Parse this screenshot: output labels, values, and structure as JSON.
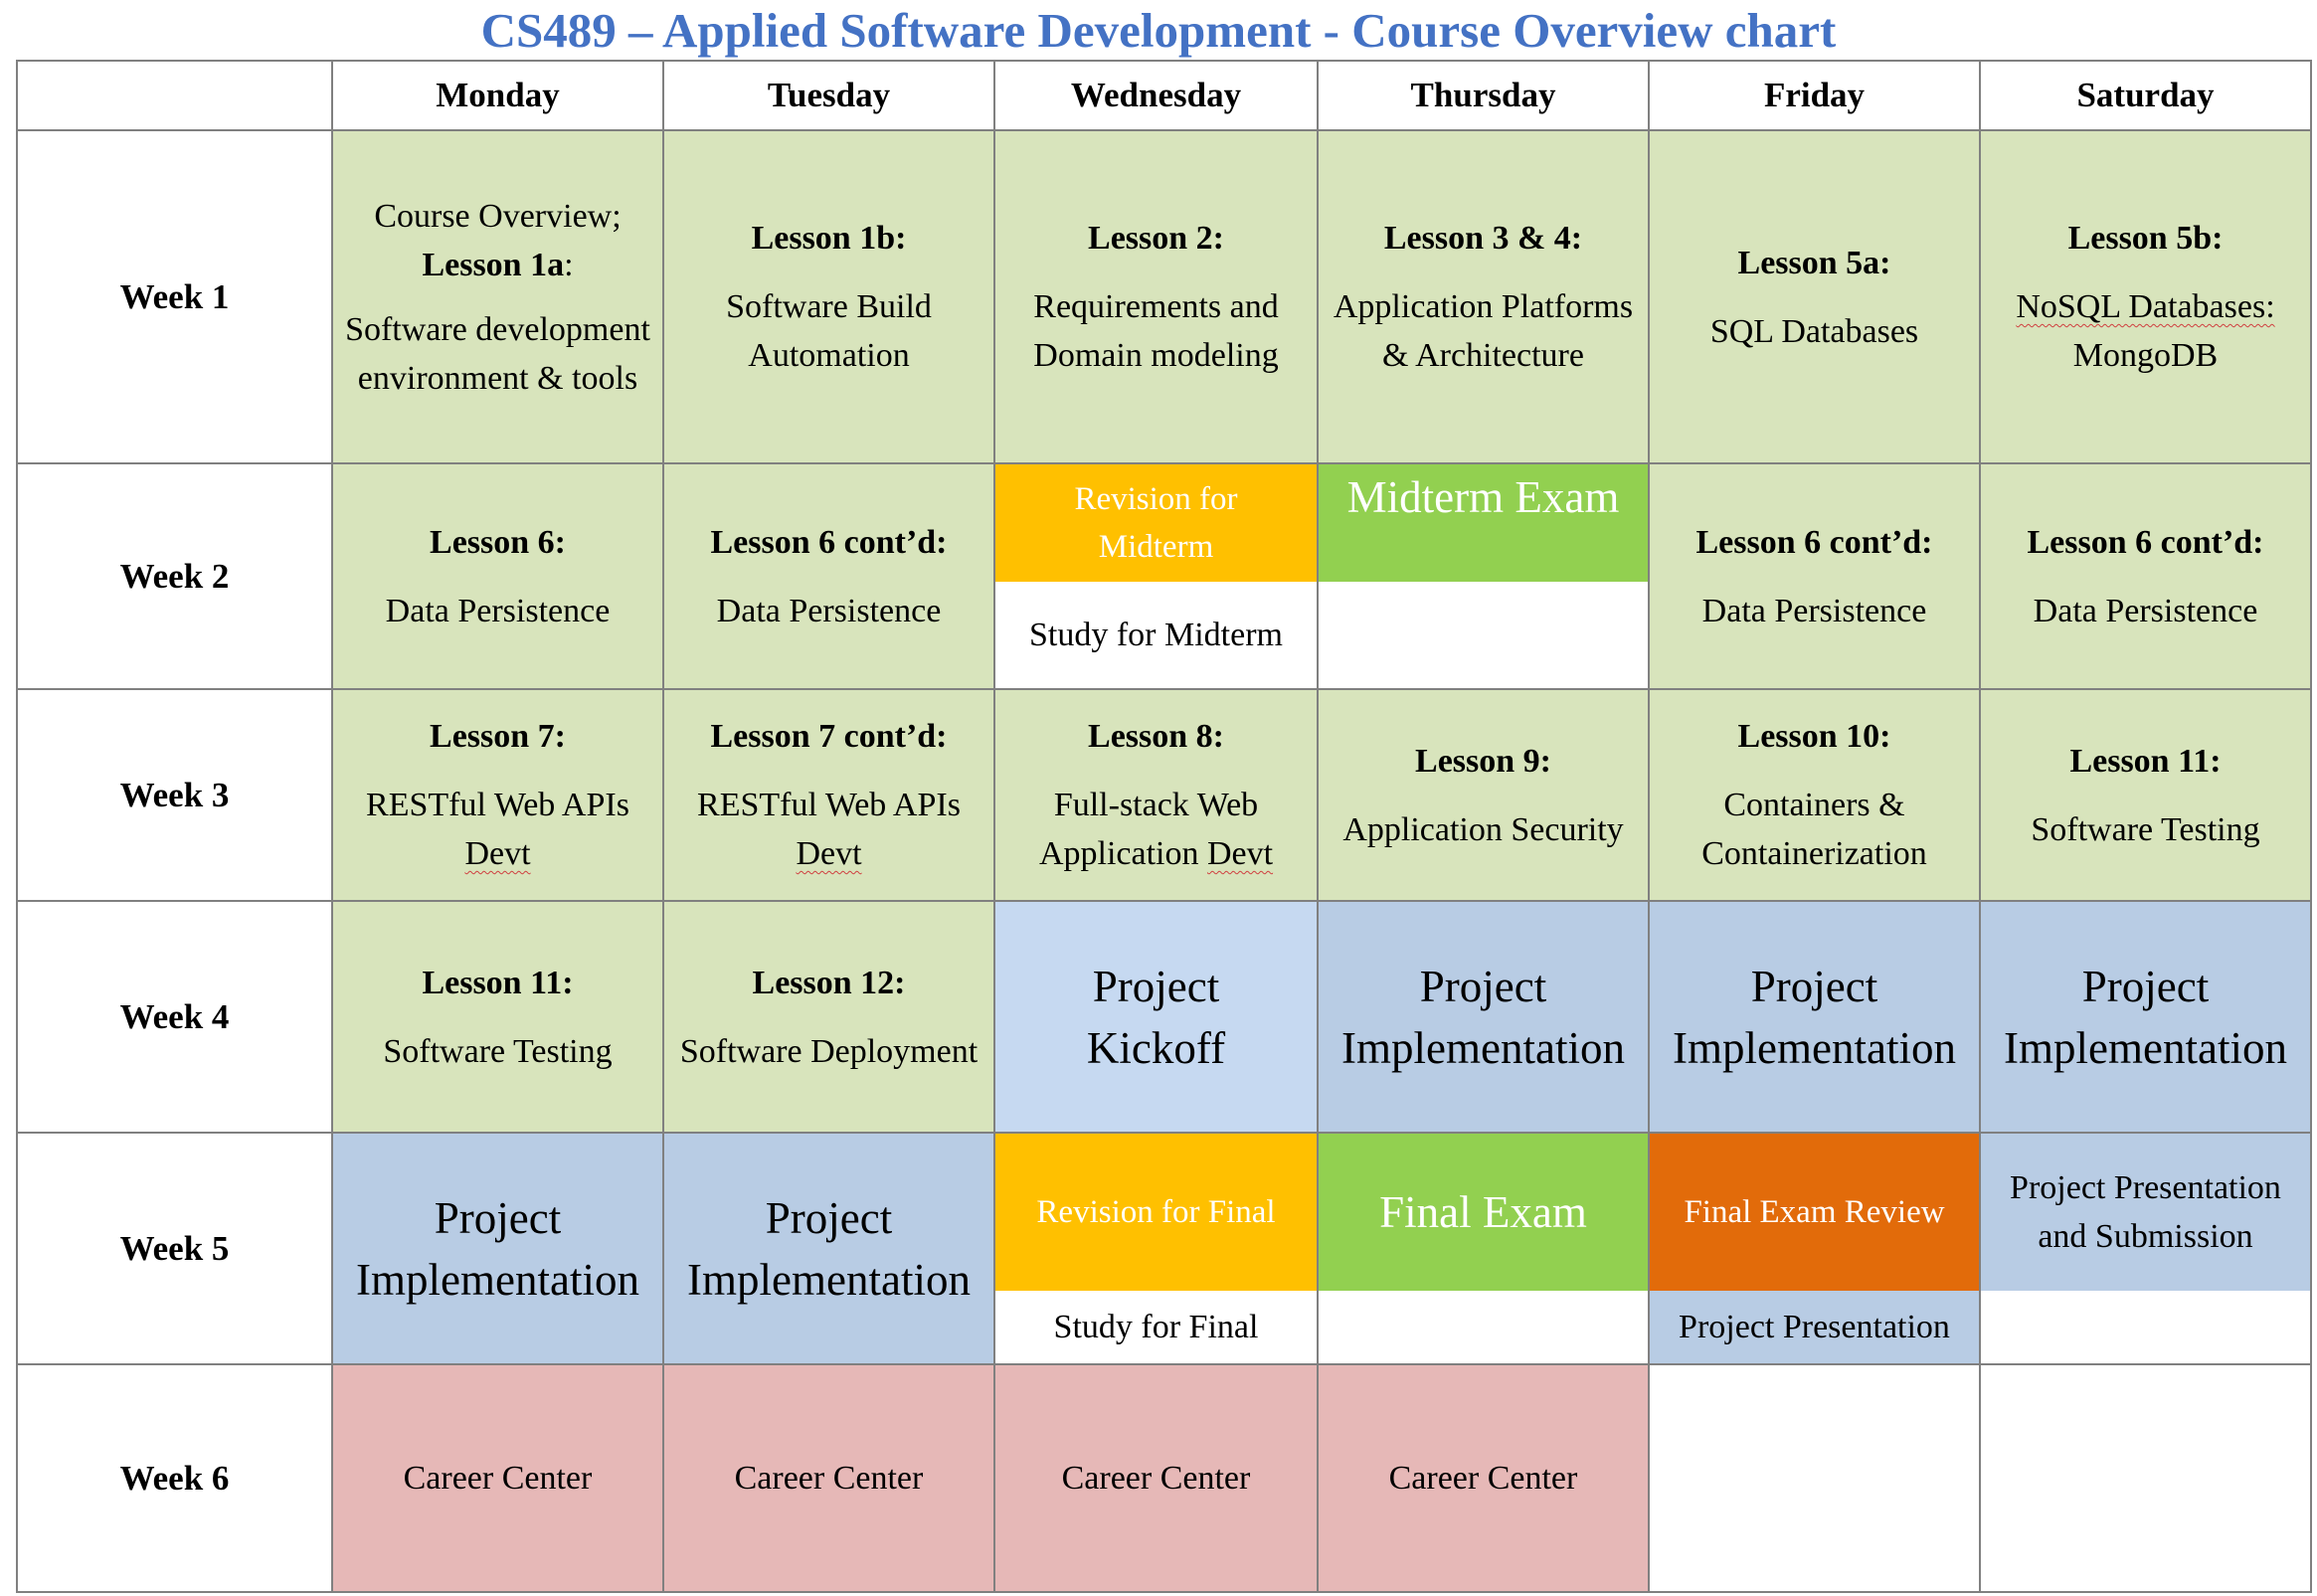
{
  "title": "CS489 – Applied Software Development - Course Overview chart",
  "days": [
    "Monday",
    "Tuesday",
    "Wednesday",
    "Thursday",
    "Friday",
    "Saturday"
  ],
  "weeks": [
    "Week 1",
    "Week 2",
    "Week 3",
    "Week 4",
    "Week 5",
    "Week 6"
  ],
  "colors": {
    "title": "#4472c4",
    "lesson": "#d8e4bc",
    "project": "#b8cce4",
    "project_kickoff": "#c6d9f1",
    "career": "#e6b8b7",
    "revision": "#ffc000",
    "exam": "#92d050",
    "review": "#e26b0a"
  },
  "week1": {
    "mon": {
      "pre": "Course Overview;",
      "lesson": "Lesson 1a",
      "colon": ":",
      "topic": "Software development environment & tools"
    },
    "tue": {
      "lesson": "Lesson 1b:",
      "topic": "Software Build Automation"
    },
    "wed": {
      "lesson": "Lesson 2:",
      "topic": "Requirements and Domain modeling"
    },
    "thu": {
      "lesson": "Lesson 3 & 4:",
      "topic": "Application Platforms & Architecture"
    },
    "fri": {
      "lesson": "Lesson 5a:",
      "topic": "SQL Databases"
    },
    "sat": {
      "lesson": "Lesson 5b:",
      "topic_a": "NoSQL Databases:",
      "topic_b": "MongoDB"
    }
  },
  "week2": {
    "mon": {
      "lesson": "Lesson 6:",
      "topic": "Data Persistence"
    },
    "tue": {
      "lesson": "Lesson 6 cont’d:",
      "topic": "Data Persistence"
    },
    "wed": {
      "top": "Revision for Midterm",
      "bottom": "Study for Midterm"
    },
    "thu": {
      "top": "Midterm Exam",
      "bottom": ""
    },
    "fri": {
      "lesson": "Lesson 6 cont’d:",
      "topic": "Data Persistence"
    },
    "sat": {
      "lesson": "Lesson 6 cont’d:",
      "topic": "Data Persistence"
    }
  },
  "week3": {
    "mon": {
      "lesson": "Lesson 7:",
      "topic_a": "RESTful Web APIs",
      "topic_b": "Devt"
    },
    "tue": {
      "lesson": "Lesson 7 cont’d:",
      "topic_a": "RESTful Web APIs",
      "topic_b": "Devt"
    },
    "wed": {
      "lesson": "Lesson 8:",
      "topic_a": "Full-stack Web",
      "topic_b": "Application",
      "topic_c": "Devt"
    },
    "thu": {
      "lesson": "Lesson 9:",
      "topic": "Application Security"
    },
    "fri": {
      "lesson": "Lesson 10:",
      "topic": "Containers & Containerization"
    },
    "sat": {
      "lesson": "Lesson 11:",
      "topic": "Software Testing"
    }
  },
  "week4": {
    "mon": {
      "lesson": "Lesson 11:",
      "topic": "Software Testing"
    },
    "tue": {
      "lesson": "Lesson 12:",
      "topic": "Software Deployment"
    },
    "wed": {
      "text": "Project Kickoff"
    },
    "thu": {
      "text": "Project Implementation"
    },
    "fri": {
      "text": "Project Implementation"
    },
    "sat": {
      "text": "Project Implementation"
    }
  },
  "week5": {
    "mon": {
      "text": "Project Implementation"
    },
    "tue": {
      "text": "Project Implementation"
    },
    "wed": {
      "top": "Revision for Final",
      "bottom": "Study for Final"
    },
    "thu": {
      "top": "Final Exam",
      "bottom": ""
    },
    "fri": {
      "top": "Final Exam Review",
      "bottom": "Project Presentation"
    },
    "sat": {
      "top": "Project Presentation and Submission",
      "bottom": ""
    }
  },
  "week6": {
    "mon": "Career Center",
    "tue": "Career Center",
    "wed": "Career Center",
    "thu": "Career Center"
  }
}
